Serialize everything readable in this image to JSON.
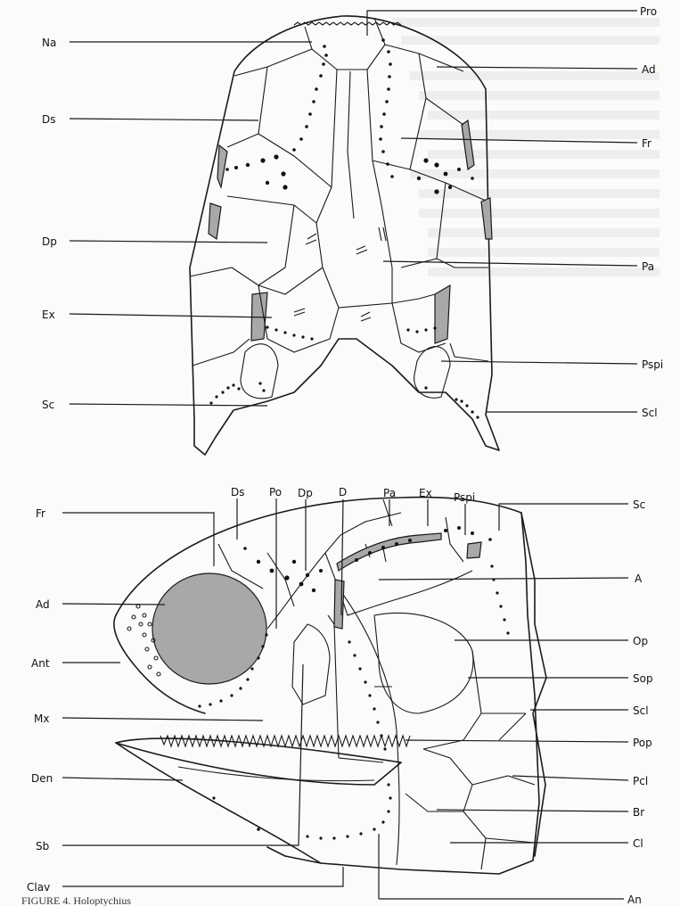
{
  "figure": {
    "caption": "FIGURE 4. Holoptychius",
    "colors": {
      "line": "#1a1a1a",
      "shading": "#a8a8a8",
      "background": "#fbfbf9"
    }
  },
  "dorsal_view": {
    "labels": {
      "pro": "Pro",
      "na": "Na",
      "ad": "Ad",
      "ds": "Ds",
      "fr": "Fr",
      "dp": "Dp",
      "pa": "Pa",
      "ex": "Ex",
      "pspi": "Pspi",
      "sc": "Sc",
      "scl": "Scl"
    }
  },
  "lateral_view": {
    "labels": {
      "fr": "Fr",
      "ds": "Ds",
      "po": "Po",
      "dp": "Dp",
      "d": "D",
      "pa": "Pa",
      "ex": "Ex",
      "pspi": "Pspi",
      "sc": "Sc",
      "ad": "Ad",
      "a": "A",
      "ant": "Ant",
      "op": "Op",
      "sop": "Sop",
      "mx": "Mx",
      "scl": "Scl",
      "pop": "Pop",
      "den": "Den",
      "pcl": "Pcl",
      "br": "Br",
      "sb": "Sb",
      "cl": "Cl",
      "clav": "Clav",
      "an": "An"
    }
  }
}
